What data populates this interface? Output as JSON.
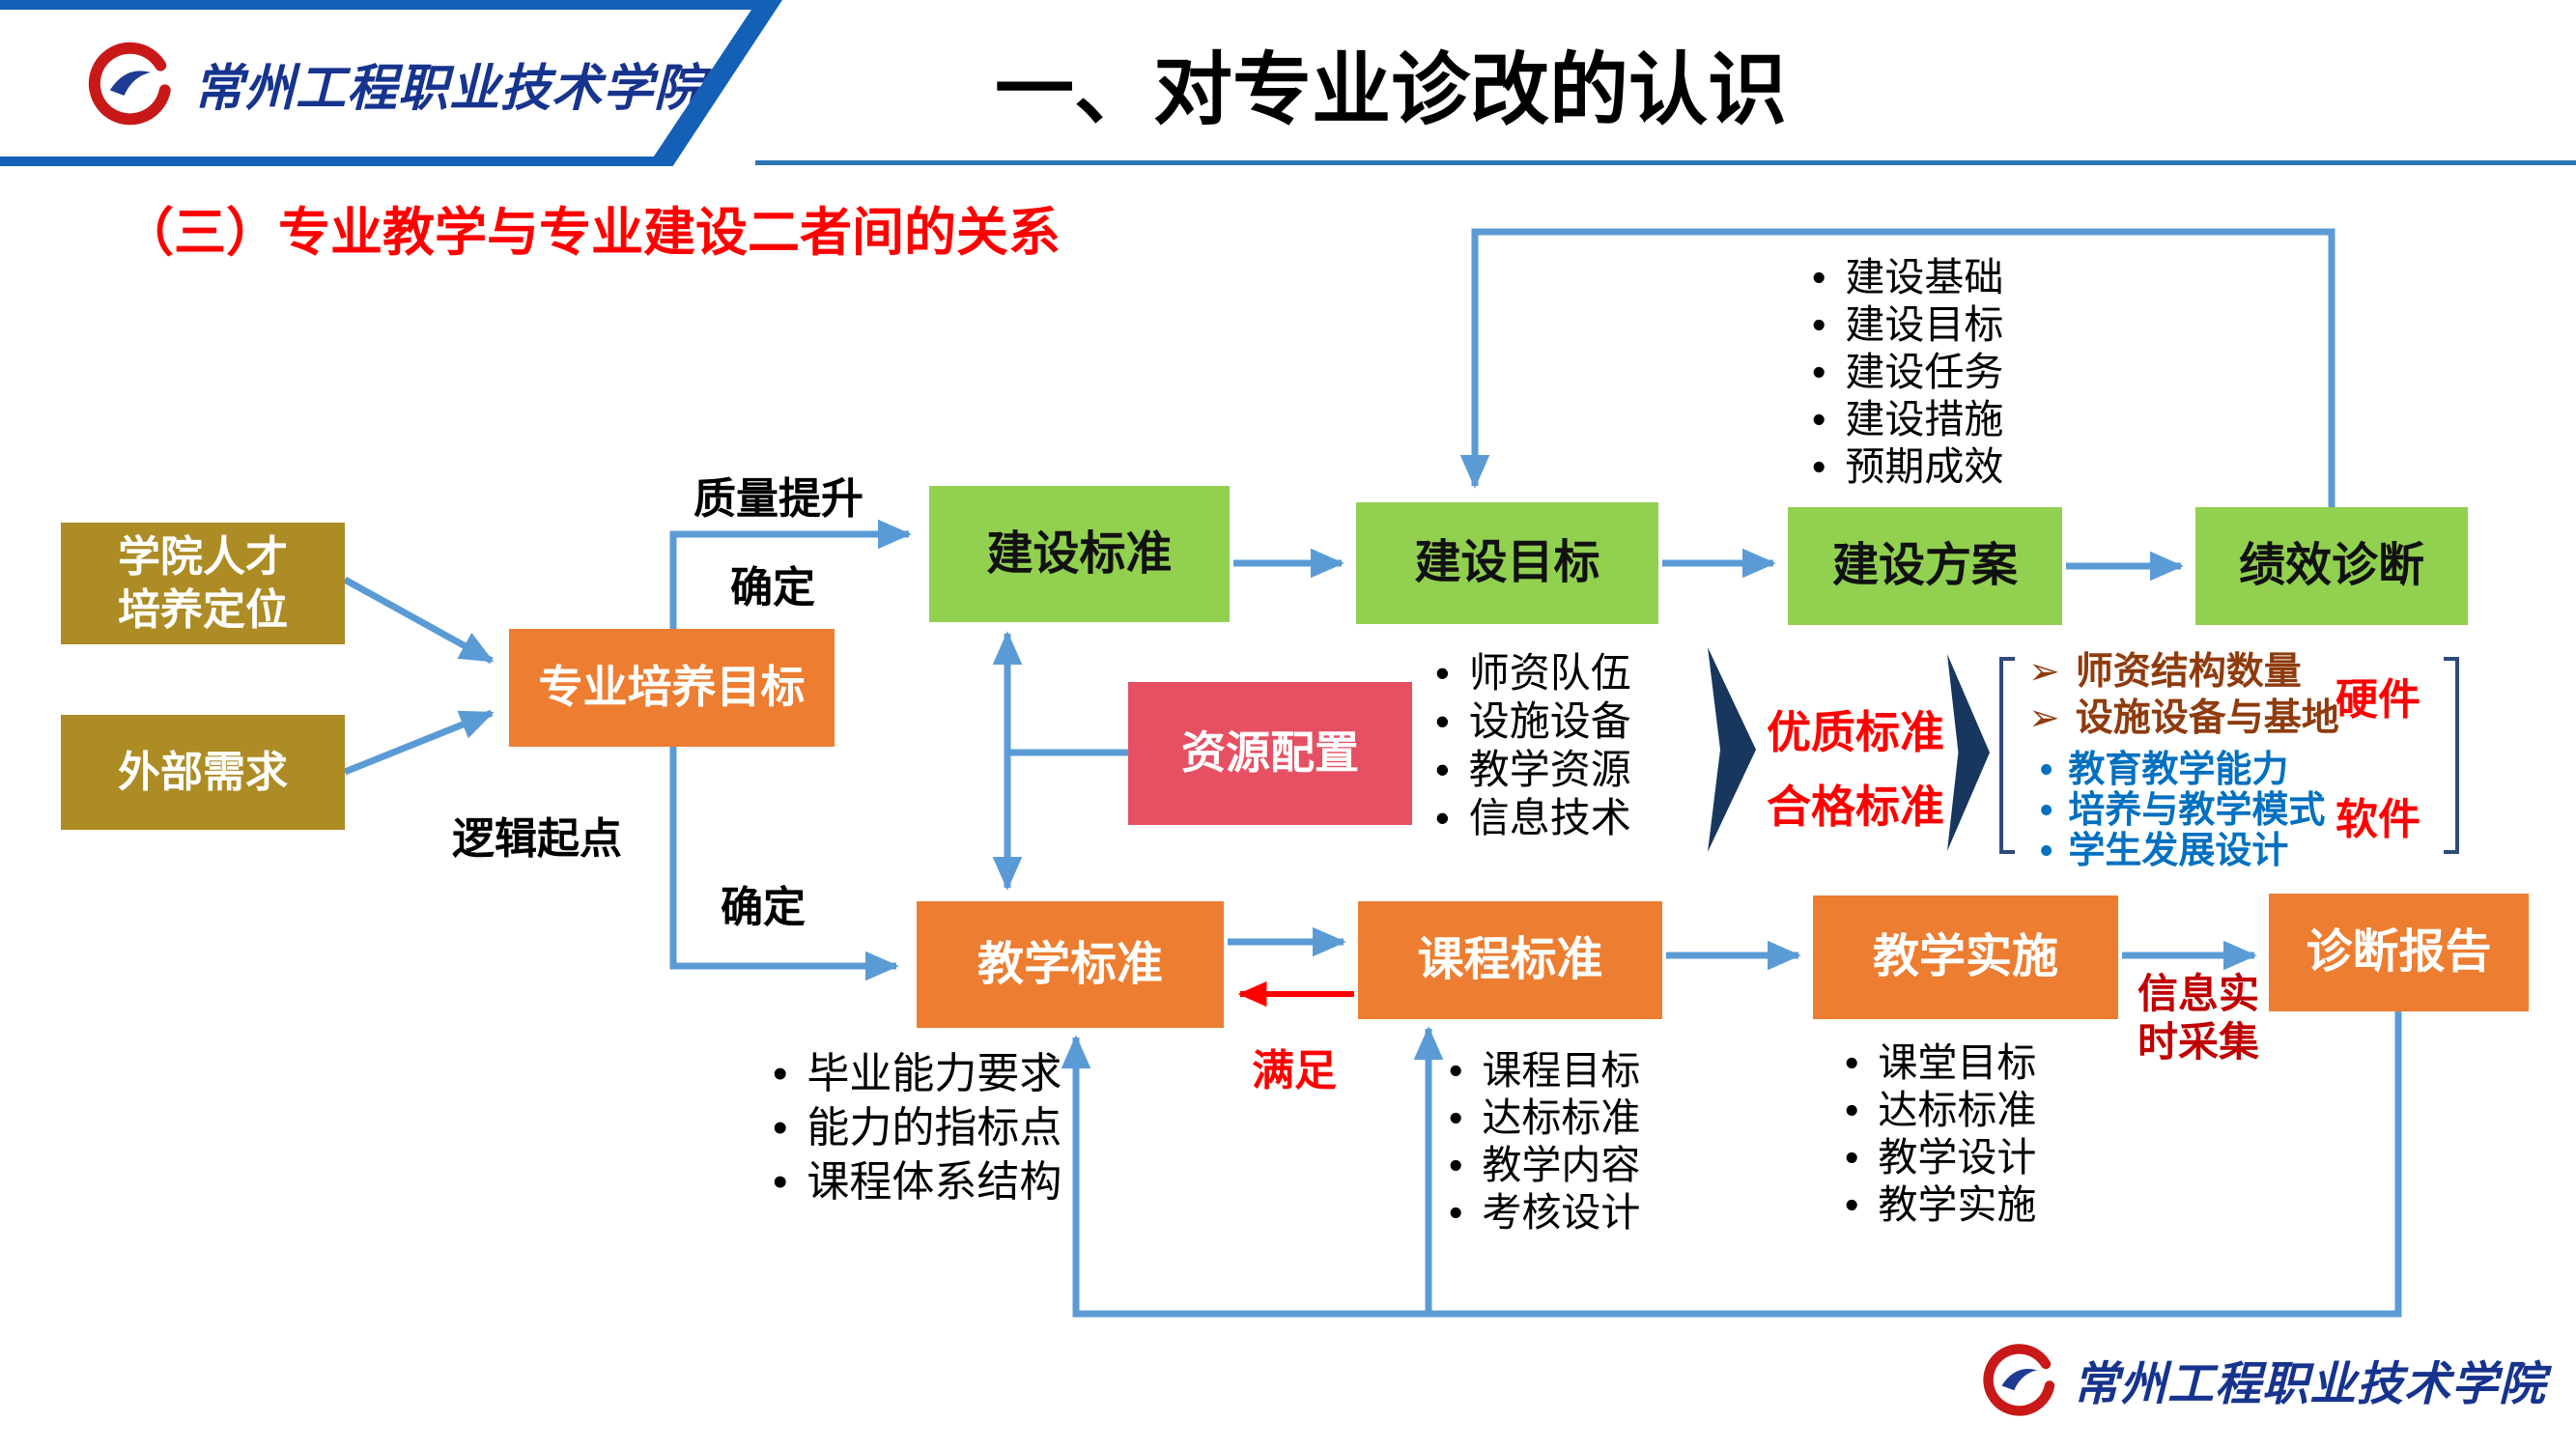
{
  "header": {
    "logo_text": "常州工程职业技术学院",
    "title": "一、对专业诊改的认识"
  },
  "subtitle": "（三）专业教学与专业建设二者间的关系",
  "inputs": {
    "college_line1": "学院人才",
    "college_line2": "培养定位",
    "external": "外部需求",
    "target": "专业培养目标",
    "logic_label": "逻辑起点"
  },
  "construction_flow": {
    "quality_label": "质量提升",
    "confirm_label": "确定",
    "standard": "建设标准",
    "goal": "建设目标",
    "plan": "建设方案",
    "diagnosis": "绩效诊断",
    "checklist": [
      "建设基础",
      "建设目标",
      "建设任务",
      "建设措施",
      "预期成效"
    ]
  },
  "resource": {
    "title": "资源配置",
    "items": [
      "师资队伍",
      "设施设备",
      "教学资源",
      "信息技术"
    ],
    "quality_standard": "优质标准",
    "qualified_standard": "合格标准",
    "hardware": {
      "items": [
        "师资结构数量",
        "设施设备与基地"
      ],
      "label": "硬件"
    },
    "software": {
      "items": [
        "教育教学能力",
        "培养与教学模式",
        "学生发展设计"
      ],
      "label": "软件"
    }
  },
  "teaching_flow": {
    "confirm_label": "确定",
    "standard": "教学标准",
    "course": "课程标准",
    "implement": "教学实施",
    "report": "诊断报告",
    "satisfy_label": "满足",
    "collect_line1": "信息实",
    "collect_line2": "时采集",
    "standard_items": [
      "毕业能力要求",
      "能力的指标点",
      "课程体系结构"
    ],
    "course_items": [
      "课程目标",
      "达标标准",
      "教学内容",
      "考核设计"
    ],
    "implement_items": [
      "课堂目标",
      "达标标准",
      "教学设计",
      "教学实施"
    ]
  },
  "footer": {
    "logo_text": "常州工程职业技术学院"
  },
  "glyphs": {
    "bullet": "•",
    "arrow_bullet": "➢"
  },
  "colors": {
    "header_blue": "#1560B7",
    "green_box": "#92D050",
    "orange_box": "#ED7D31",
    "olive_box": "#AD8B25",
    "resource_red": "#E65062",
    "arrow_blue": "#5B9BD5",
    "red_text": "#FF0000",
    "dark_red_text": "#C00000",
    "software_blue": "#0070C0",
    "hardware_brown": "#8F3B0E"
  }
}
